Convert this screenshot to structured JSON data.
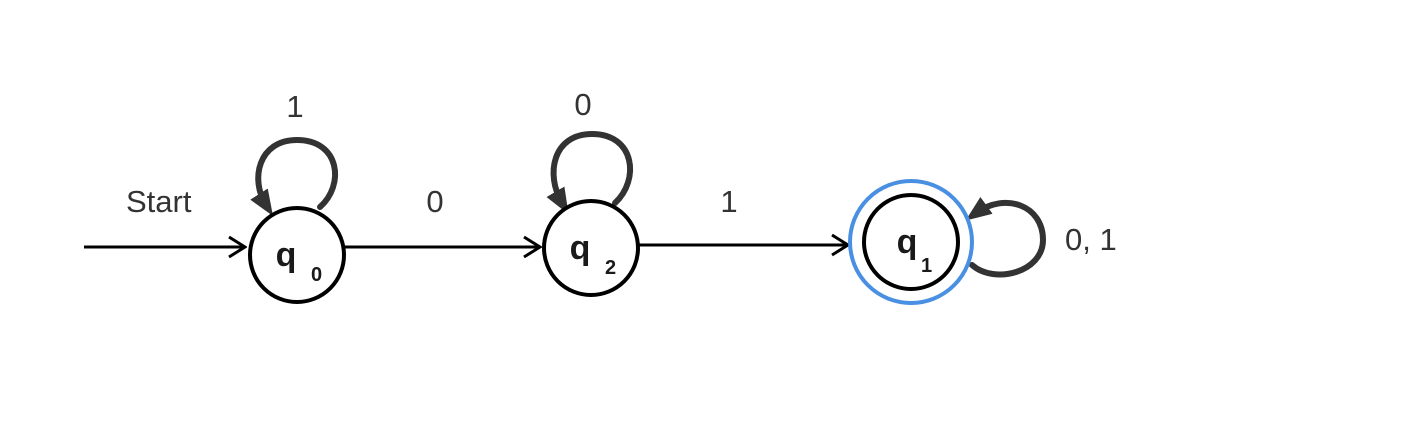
{
  "diagram": {
    "start_label": "Start",
    "states": [
      {
        "id": "q0",
        "name": "q",
        "sub": "0",
        "accepting": false,
        "initial": true
      },
      {
        "id": "q2",
        "name": "q",
        "sub": "2",
        "accepting": false,
        "initial": false
      },
      {
        "id": "q1",
        "name": "q",
        "sub": "1",
        "accepting": true,
        "initial": false
      }
    ],
    "transitions": [
      {
        "from": "q0",
        "to": "q0",
        "label": "1"
      },
      {
        "from": "q0",
        "to": "q2",
        "label": "0"
      },
      {
        "from": "q2",
        "to": "q2",
        "label": "0"
      },
      {
        "from": "q2",
        "to": "q1",
        "label": "1"
      },
      {
        "from": "q1",
        "to": "q1",
        "label": "0,  1"
      }
    ],
    "selection_color": "#4a90e2"
  }
}
